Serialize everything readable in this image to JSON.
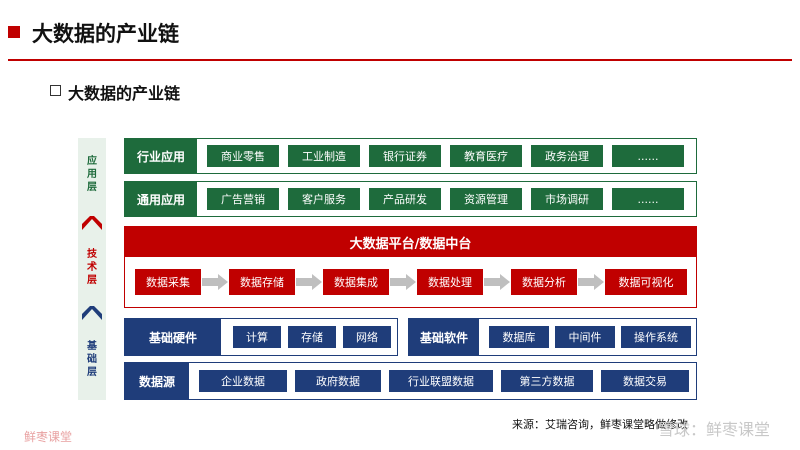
{
  "header": {
    "title": "大数据的产业链",
    "subtitle": "大数据的产业链"
  },
  "layers": {
    "application": "应用层",
    "technology": "技术层",
    "foundation": "基础层"
  },
  "industry_apps": {
    "label": "行业应用",
    "items": [
      "商业零售",
      "工业制造",
      "银行证券",
      "教育医疗",
      "政务治理",
      "......"
    ]
  },
  "general_apps": {
    "label": "通用应用",
    "items": [
      "广告营销",
      "客户服务",
      "产品研发",
      "资源管理",
      "市场调研",
      "......"
    ]
  },
  "platform": {
    "label": "大数据平台/数据中台",
    "steps": [
      "数据采集",
      "数据存储",
      "数据集成",
      "数据处理",
      "数据分析",
      "数据可视化"
    ]
  },
  "hardware": {
    "label": "基础硬件",
    "items": [
      "计算",
      "存储",
      "网络"
    ]
  },
  "software": {
    "label": "基础软件",
    "items": [
      "数据库",
      "中间件",
      "操作系统"
    ]
  },
  "data_sources": {
    "label": "数据源",
    "items": [
      "企业数据",
      "政府数据",
      "行业联盟数据",
      "第三方数据",
      "数据交易"
    ]
  },
  "footer": {
    "source": "来源：艾瑞咨询，鲜枣课堂略做修改",
    "watermark_left": "鲜枣课堂",
    "watermark_right": "雪球：鲜枣课堂"
  },
  "colors": {
    "accent_red": "#c00000",
    "green": "#1e6b3c",
    "blue": "#1f3d7a"
  }
}
